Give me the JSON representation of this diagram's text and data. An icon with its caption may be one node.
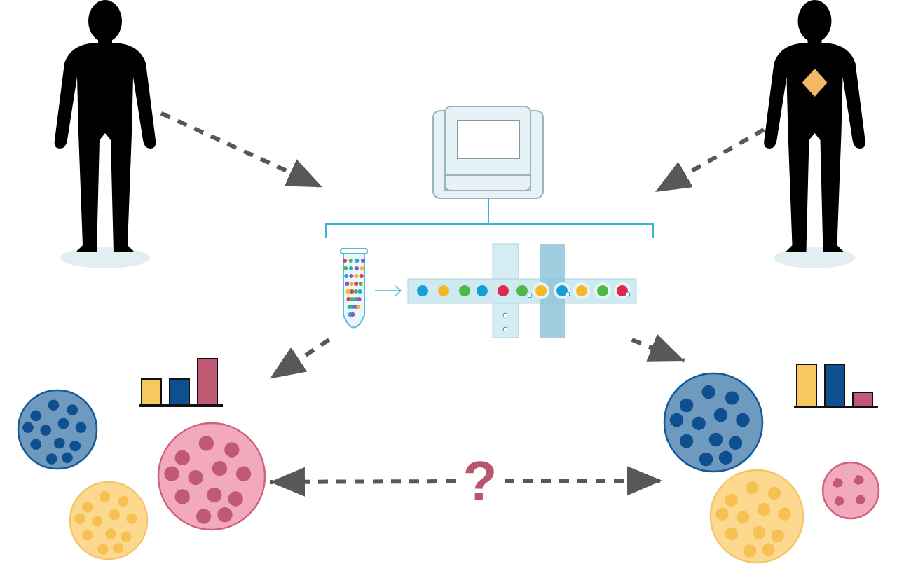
{
  "diagram": {
    "nodes": [
      {
        "text": [],
        "shape": "person"
      },
      {
        "text": [],
        "shape": "person"
      },
      {
        "text": [],
        "shape": "picture"
      },
      {
        "text": [],
        "shape": "picture"
      },
      {
        "text": [],
        "shape": "picture"
      },
      {
        "text": [
          "?"
        ]
      }
    ],
    "edges": [
      {
        "from": 0,
        "to": 2,
        "arrow": "to",
        "style": "dashed"
      },
      {
        "from": 1,
        "to": 2,
        "arrow": "to",
        "style": "dashed"
      },
      {
        "from": 2,
        "to": 3,
        "arrow": "to",
        "style": "dashed"
      },
      {
        "from": 2,
        "to": 4,
        "arrow": "to",
        "style": "dashed"
      },
      {
        "from": 5,
        "to": 3,
        "arrow": "to",
        "style": "dashed"
      },
      {
        "from": 5,
        "to": 4,
        "arrow": "to",
        "style": "dashed"
      }
    ]
  }
}
